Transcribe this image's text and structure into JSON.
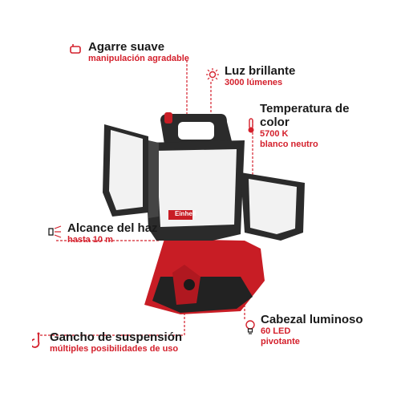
{
  "features": [
    {
      "title": "Agarre suave",
      "subtitle": "manipulación agradable",
      "icon": "hand-grip-icon"
    },
    {
      "title": "Luz brillante",
      "subtitle": "3000 lúmenes",
      "icon": "sun-icon"
    },
    {
      "title": "Temperatura de",
      "title2": "color",
      "subtitle": "5700 K",
      "subtitle2": "blanco neutro",
      "icon": "thermometer-icon"
    },
    {
      "title": "Alcance del haz",
      "subtitle": "hasta 10 m",
      "icon": "beam-range-icon"
    },
    {
      "title": "Cabezal luminoso",
      "subtitle": "60 LED",
      "subtitle2": "pivotante",
      "icon": "led-bulb-icon"
    },
    {
      "title": "Gancho de suspensión",
      "subtitle": "múltiples posibilidades de uso",
      "icon": "hook-icon"
    }
  ],
  "product": {
    "brand": "Einhell"
  },
  "colors": {
    "accent": "#d4202c",
    "housing": "#2b2b2b",
    "panel": "#f2f2f2",
    "base": "#c81d25"
  }
}
